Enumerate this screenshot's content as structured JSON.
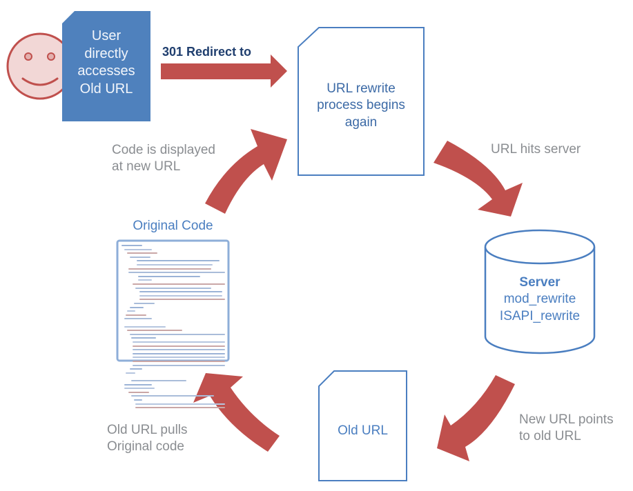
{
  "diagram": {
    "title": "URL rewrite with 301 redirect cycle",
    "colors": {
      "arrow": "#c0504d",
      "box_blue": "#4a7ec0",
      "box_fill_blue": "#4f81bd",
      "face_fill": "#f2d7d6",
      "face_stroke": "#c0504d",
      "label_gray": "#8a8d91",
      "label_navy": "#1f3e6e"
    },
    "nodes": {
      "user": {
        "icon": "smiley-face-icon",
        "label_lines": [
          "User",
          "directly",
          "accesses",
          "Old URL"
        ]
      },
      "rewrite_process": {
        "label_lines": [
          "URL rewrite",
          "process begins",
          "again"
        ]
      },
      "server": {
        "title": "Server",
        "lines": [
          "mod_rewrite",
          "ISAPI_rewrite"
        ]
      },
      "old_url": {
        "label": "Old URL"
      },
      "original_code": {
        "title": "Original Code",
        "icon": "code-document-icon"
      }
    },
    "edges": [
      {
        "from": "user",
        "to": "rewrite_process",
        "label_lines": [
          "301 Redirect to"
        ]
      },
      {
        "from": "rewrite_process",
        "to": "server",
        "label_lines": [
          "URL hits server"
        ]
      },
      {
        "from": "server",
        "to": "old_url",
        "label_lines": [
          "New URL points",
          "to old URL"
        ]
      },
      {
        "from": "old_url",
        "to": "original_code",
        "label_lines": [
          "Old URL pulls",
          "Original code"
        ]
      },
      {
        "from": "original_code",
        "to": "rewrite_process",
        "label_lines": [
          "Code is displayed",
          "at new URL"
        ]
      }
    ]
  }
}
